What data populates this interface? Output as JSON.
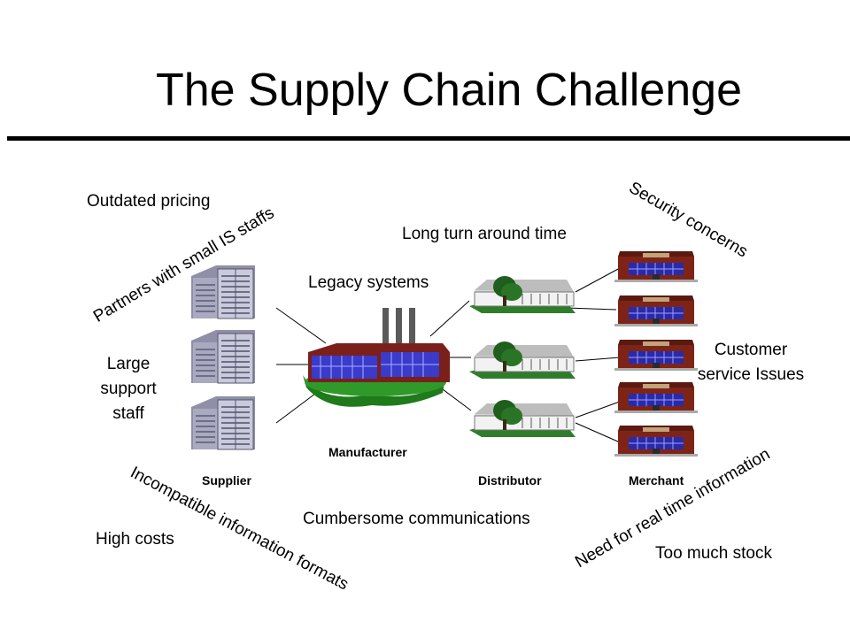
{
  "slide": {
    "title": "The Supply Chain Challenge",
    "issues": {
      "outdated_pricing": "Outdated pricing",
      "partners_small_is": "Partners with small IS staffs",
      "legacy_systems": "Legacy systems",
      "long_turnaround": "Long turn around time",
      "security": "Security concerns",
      "large_support_staff": "Large support staff",
      "customer_service": "Customer service Issues",
      "incompatible_formats": "Incompatible information formats",
      "high_costs": "High costs",
      "cumbersome_comm": "Cumbersome communications",
      "real_time_info": "Need for real time information",
      "too_much_stock": "Too much stock"
    },
    "labels": {
      "supplier": "Supplier",
      "manufacturer": "Manufacturer",
      "distributor": "Distributor",
      "merchant": "Merchant"
    },
    "icons": [
      "supplier-building-icon",
      "factory-icon",
      "warehouse-icon",
      "storefront-icon"
    ]
  }
}
